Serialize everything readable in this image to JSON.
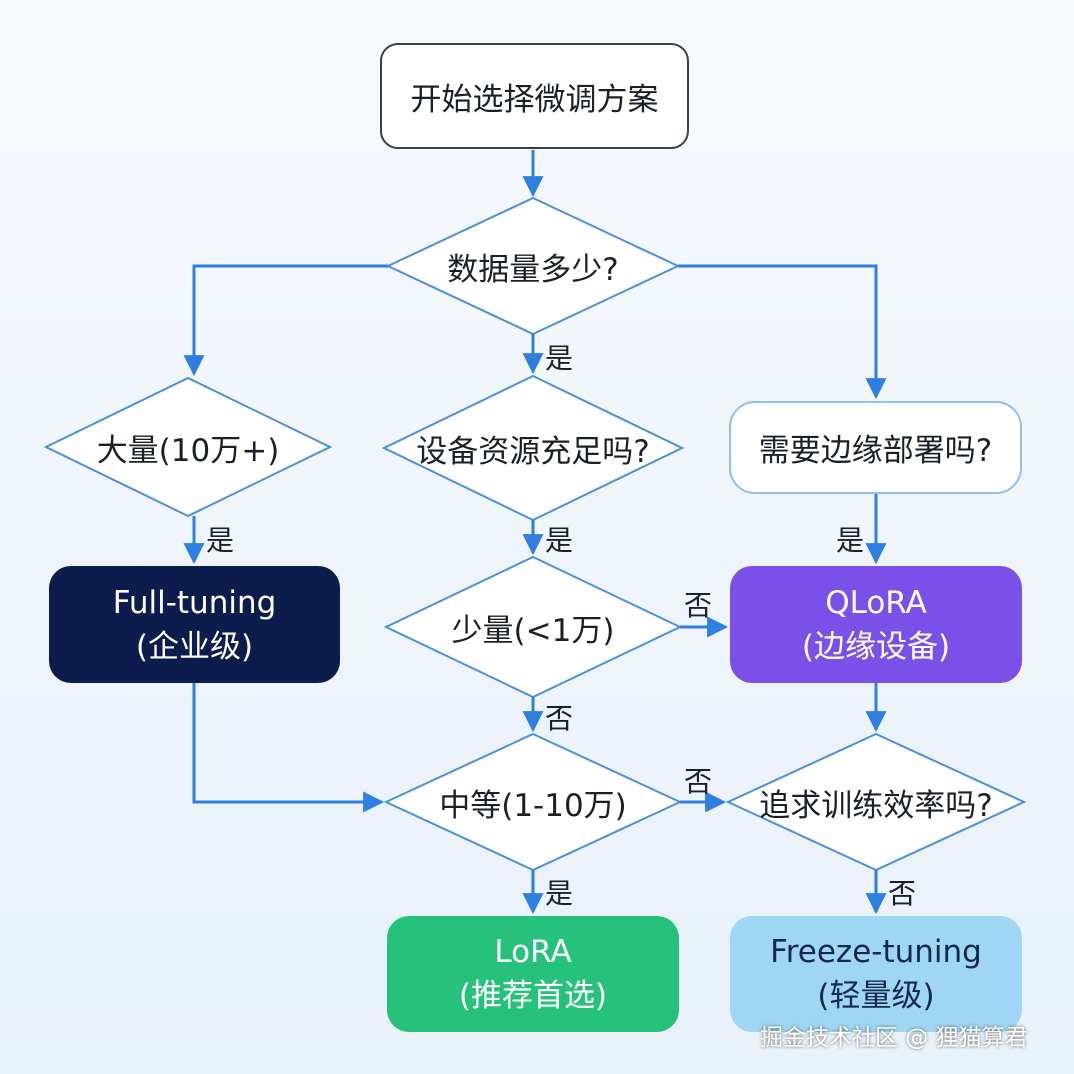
{
  "nodes": {
    "start": "开始选择微调方案",
    "data_amount": "数据量多少?",
    "large": "大量(10万+)",
    "resources": "设备资源充足吗?",
    "edge": "需要边缘部署吗?",
    "small": "少量(<1万)",
    "medium": "中等(1-10万)",
    "efficiency": "追求训练效率吗?"
  },
  "results": {
    "full": {
      "title": "Full-tuning",
      "sub": "(企业级)",
      "color": "#0c1d4d"
    },
    "qlora": {
      "title": "QLoRA",
      "sub": "(边缘设备)",
      "color": "#7b50e8"
    },
    "lora": {
      "title": "LoRA",
      "sub": "(推荐首选)",
      "color": "#26c27c"
    },
    "freeze": {
      "title": "Freeze-tuning",
      "sub": "(轻量级)",
      "color": "#9fd6f3"
    }
  },
  "edge_labels": {
    "yes": "是",
    "no": "否"
  },
  "watermark": "掘金技术社区 @ 狸猫算君",
  "colors": {
    "arrow": "#2f7fe0",
    "diamond_stroke": "#4a8fe0"
  }
}
